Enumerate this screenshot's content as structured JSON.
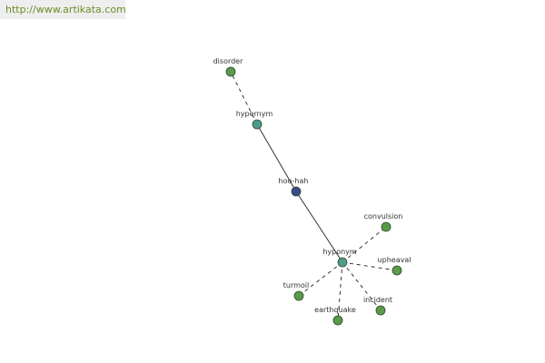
{
  "watermark": {
    "url": "http://www.artikata.com"
  },
  "colors": {
    "leaf": "#5a9a4a",
    "relation": "#4f9a8c",
    "center": "#3d4a8c",
    "node_stroke": "#2e4a2e",
    "edge": "#222222"
  },
  "nodes": [
    {
      "id": "disorder",
      "label": "disorder",
      "kind": "leaf"
    },
    {
      "id": "hypernym",
      "label": "hypernym",
      "kind": "relation"
    },
    {
      "id": "hoo-hah",
      "label": "hoo-hah",
      "kind": "center"
    },
    {
      "id": "hyponym",
      "label": "hyponym",
      "kind": "relation"
    },
    {
      "id": "convulsion",
      "label": "convulsion",
      "kind": "leaf"
    },
    {
      "id": "upheaval",
      "label": "upheaval",
      "kind": "leaf"
    },
    {
      "id": "incident",
      "label": "incident",
      "kind": "leaf"
    },
    {
      "id": "earthquake",
      "label": "earthquake",
      "kind": "leaf"
    },
    {
      "id": "turmoil",
      "label": "turmoil",
      "kind": "leaf"
    }
  ],
  "edges": [
    {
      "from": "hypernym",
      "to": "disorder",
      "style": "dashed"
    },
    {
      "from": "hypernym",
      "to": "hoo-hah",
      "style": "solid"
    },
    {
      "from": "hoo-hah",
      "to": "hyponym",
      "style": "solid"
    },
    {
      "from": "hyponym",
      "to": "convulsion",
      "style": "dashed"
    },
    {
      "from": "hyponym",
      "to": "upheaval",
      "style": "dashed"
    },
    {
      "from": "hyponym",
      "to": "incident",
      "style": "dashed"
    },
    {
      "from": "hyponym",
      "to": "earthquake",
      "style": "dashed"
    },
    {
      "from": "hyponym",
      "to": "turmoil",
      "style": "dashed"
    }
  ]
}
